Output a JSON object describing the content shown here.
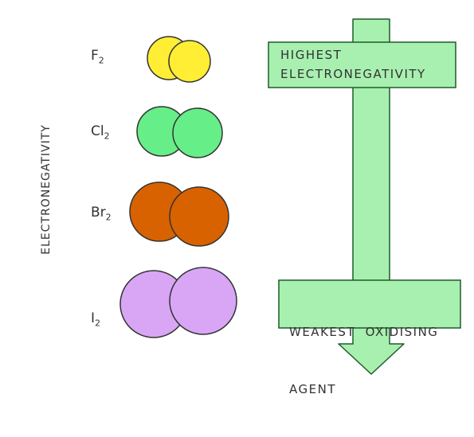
{
  "axis": {
    "label": "ELECTRONEGATIVITY"
  },
  "molecules": [
    {
      "symbol": "F",
      "subscript": "2",
      "color": "#FFEE33"
    },
    {
      "symbol": "Cl",
      "subscript": "2",
      "color": "#66EE88"
    },
    {
      "symbol": "Br",
      "subscript": "2",
      "color": "#D96200"
    },
    {
      "symbol": "I",
      "subscript": "2",
      "color": "#D9A6F5"
    }
  ],
  "arrow": {
    "color": "#A8F0B0",
    "top_box": {
      "line1": "HIGHEST",
      "line2": "ELECTRONEGATIVITY"
    },
    "bottom_box": {
      "line1": "WEAKEST  OXIDISING",
      "line2": "AGENT"
    }
  }
}
